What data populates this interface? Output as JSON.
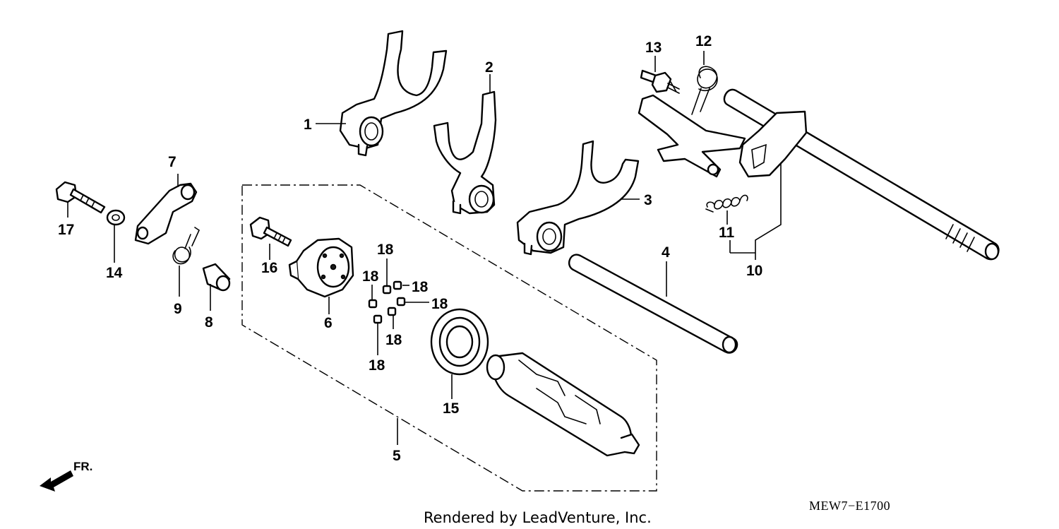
{
  "diagram": {
    "callouts": [
      {
        "id": "1",
        "text": "1"
      },
      {
        "id": "2",
        "text": "2"
      },
      {
        "id": "3",
        "text": "3"
      },
      {
        "id": "4",
        "text": "4"
      },
      {
        "id": "5",
        "text": "5"
      },
      {
        "id": "6",
        "text": "6"
      },
      {
        "id": "7",
        "text": "7"
      },
      {
        "id": "8",
        "text": "8"
      },
      {
        "id": "9",
        "text": "9"
      },
      {
        "id": "10",
        "text": "10"
      },
      {
        "id": "11",
        "text": "11"
      },
      {
        "id": "12",
        "text": "12"
      },
      {
        "id": "13",
        "text": "13"
      },
      {
        "id": "14",
        "text": "14"
      },
      {
        "id": "15",
        "text": "15"
      },
      {
        "id": "16",
        "text": "16"
      },
      {
        "id": "17",
        "text": "17"
      },
      {
        "id": "18a",
        "text": "18"
      },
      {
        "id": "18b",
        "text": "18"
      },
      {
        "id": "18c",
        "text": "18"
      },
      {
        "id": "18d",
        "text": "18"
      },
      {
        "id": "18e",
        "text": "18"
      },
      {
        "id": "18f",
        "text": "18"
      }
    ],
    "direction_label": "FR.",
    "drawing_code": "MEW7−E1700",
    "credit": "Rendered by LeadVenture, Inc."
  }
}
